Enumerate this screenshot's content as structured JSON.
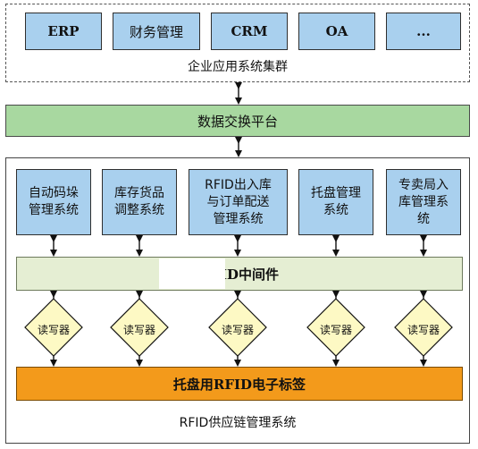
{
  "enterprise_cluster": {
    "apps": [
      "ERP",
      "财务管理",
      "CRM",
      "OA",
      "..."
    ],
    "label": "企业应用系统集群"
  },
  "platform": {
    "label": "数据交换平台"
  },
  "subsystems": [
    "自动码垛\n管理系统",
    "库存货品\n调整系统",
    "RFID出入库\n与订单配送\n管理系统",
    "托盘管理\n系统",
    "专卖局入\n库管理系\n统"
  ],
  "middleware": {
    "label": "RFID中间件"
  },
  "readers": [
    "读写器",
    "读写器",
    "读写器",
    "读写器",
    "读写器"
  ],
  "tags": {
    "label": "托盘用RFID电子标签"
  },
  "system_label": "RFID供应链管理系统",
  "colors": {
    "app_box": "#a9d0ee",
    "platform": "#a8d8a0",
    "middleware": "#e5eed3",
    "reader": "#fdf9c4",
    "tag_bar": "#f39a1b"
  }
}
